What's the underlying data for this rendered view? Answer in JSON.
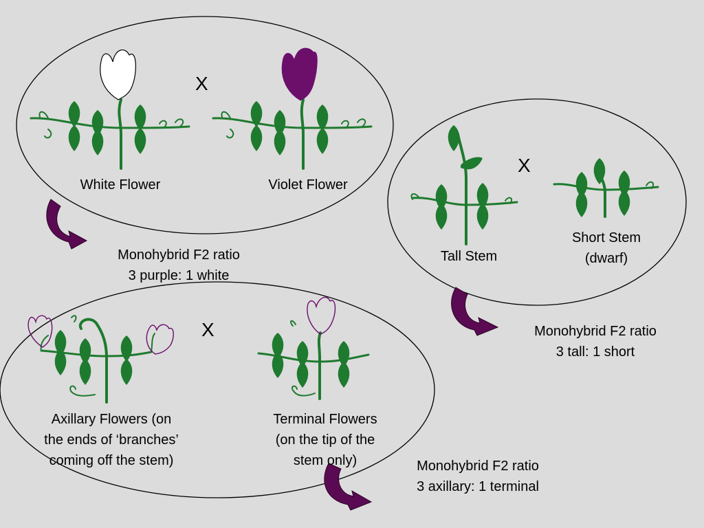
{
  "colors": {
    "background": "#dcdcdc",
    "plant_green": "#1e7a2e",
    "flower_violet": "#6b0f6b",
    "arrow_purple": "#5a0a52",
    "flower_white": "#ffffff"
  },
  "cross_symbol": "X",
  "panels": {
    "flower_color": {
      "left_label": "White Flower",
      "right_label": "Violet Flower",
      "ratio_lines": [
        "Monohybrid F2 ratio",
        "3 purple: 1 white"
      ]
    },
    "stem_length": {
      "left_label": "Tall Stem",
      "right_label_lines": [
        "Short Stem",
        "(dwarf)"
      ],
      "ratio_lines": [
        "Monohybrid F2 ratio",
        "3 tall: 1 short"
      ]
    },
    "flower_position": {
      "left_label_lines": [
        "Axillary Flowers (on",
        "the ends of ‘branches’",
        "coming off the stem)"
      ],
      "right_label_lines": [
        "Terminal Flowers",
        "(on the tip of the",
        "stem only)"
      ],
      "ratio_lines": [
        "Monohybrid F2 ratio",
        "3 axillary: 1 terminal"
      ]
    }
  }
}
